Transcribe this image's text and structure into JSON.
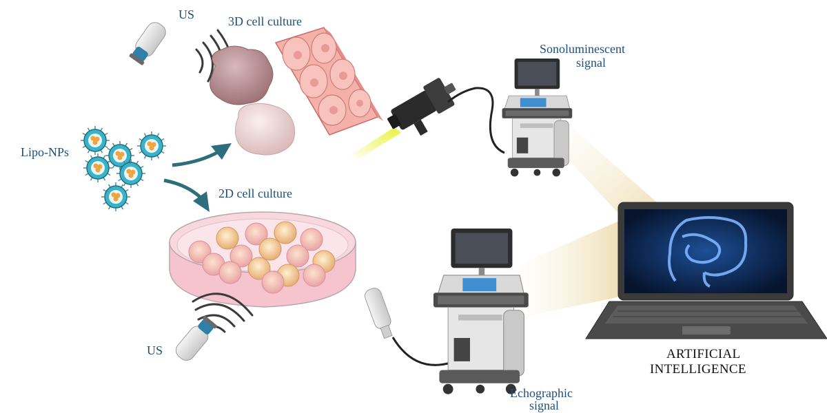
{
  "labels": {
    "us_top": "US",
    "culture_3d": "3D cell culture",
    "sonolum_line1": "Sonoluminescent",
    "sonolum_line2": "signal",
    "lipo_nps": "Lipo-NPs",
    "culture_2d": "2D cell culture",
    "us_bottom": "US",
    "echo_line1": "Echographic",
    "echo_line2": "signal",
    "ai_line1": "ARTIFICIAL",
    "ai_line2": "INTELLIGENCE"
  },
  "colors": {
    "label_blue": "#1f4e79",
    "arrow_teal": "#2e6e7a",
    "nanoparticle_ring": "#3ab3c8",
    "nanoparticle_core": "#f2a43a",
    "spheroid_dark": "#b88d92",
    "spheroid_light": "#f0d6d6",
    "tissue_pink": "#f3a9a4",
    "petri_fill": "#f7c9d4",
    "light_beam": "#f3e6c2",
    "laser_yellow": "#e8f23a",
    "screen_blue": "#0b2a5a"
  },
  "icons": {
    "us_probe_top": "ultrasound-probe-icon",
    "us_probe_bottom": "ultrasound-probe-icon",
    "camera": "camera-detector-icon",
    "ultrasound_machine": "ultrasound-machine-icon",
    "laptop": "laptop-icon",
    "intestine": "intestine-icon"
  }
}
